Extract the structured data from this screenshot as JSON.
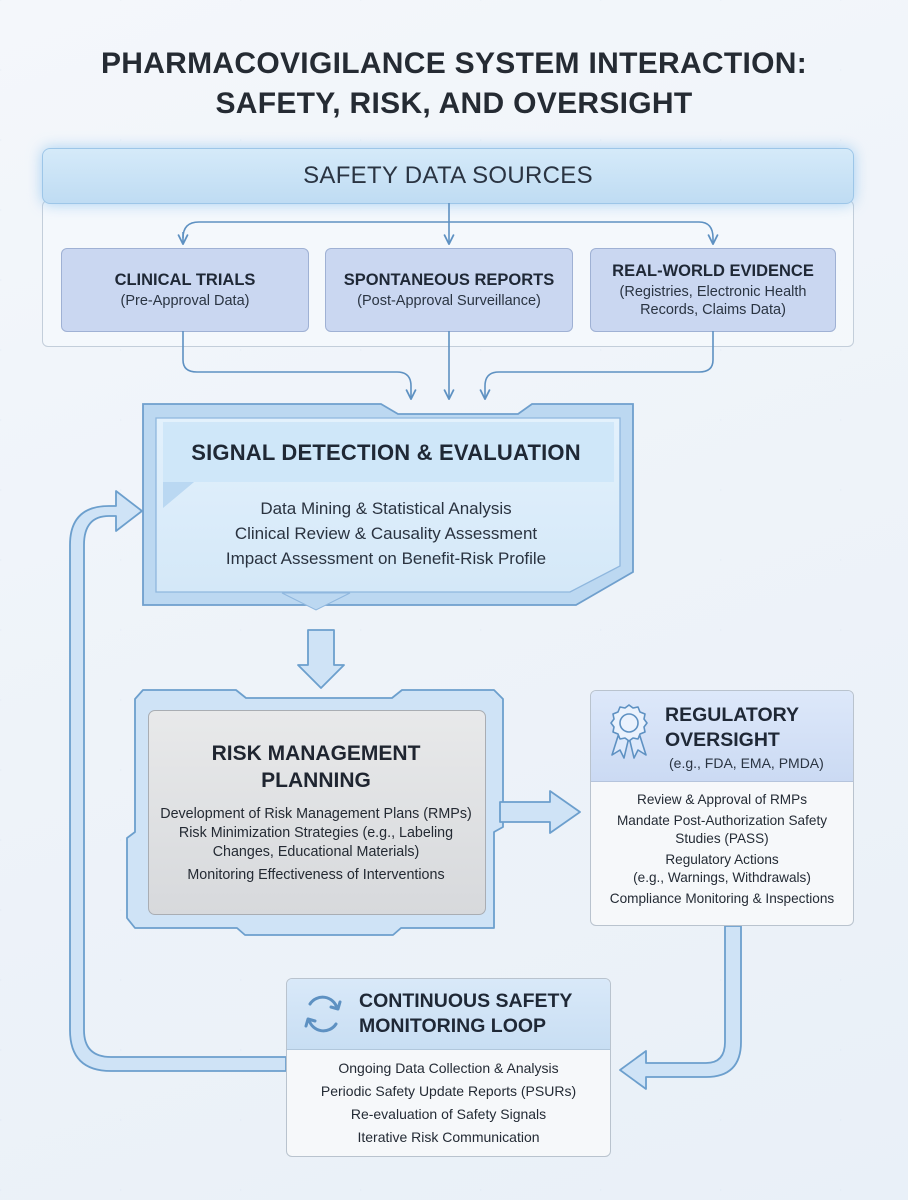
{
  "title": {
    "line1": "PHARMACOVIGILANCE SYSTEM INTERACTION:",
    "line2": "SAFETY, RISK, AND OVERSIGHT"
  },
  "safety_data_sources": {
    "header": "SAFETY DATA SOURCES",
    "sources": [
      {
        "title": "CLINICAL TRIALS",
        "subtitle": "(Pre-Approval Data)"
      },
      {
        "title": "SPONTANEOUS REPORTS",
        "subtitle": "(Post-Approval Surveillance)"
      },
      {
        "title": "REAL-WORLD EVIDENCE",
        "subtitle_lines": [
          "(Registries, Electronic Health",
          "Records, Claims Data)"
        ]
      }
    ]
  },
  "signal_detection": {
    "title": "SIGNAL DETECTION & EVALUATION",
    "items": [
      "Data Mining & Statistical Analysis",
      "Clinical Review & Causality Assessment",
      "Impact Assessment on Benefit-Risk Profile"
    ]
  },
  "risk_management": {
    "title_lines": [
      "RISK MANAGEMENT",
      "PLANNING"
    ],
    "items": [
      "Development of Risk Management Plans (RMPs)",
      "Risk Minimization Strategies (e.g., Labeling",
      "Changes, Educational Materials)",
      "Monitoring Effectiveness of Interventions"
    ]
  },
  "regulatory_oversight": {
    "title_lines": [
      "REGULATORY",
      "OVERSIGHT"
    ],
    "subtitle": "(e.g., FDA, EMA, PMDA)",
    "icon": "award-ribbon-icon",
    "items": [
      "Review & Approval of RMPs",
      "Mandate Post-Authorization Safety",
      "Studies (PASS)",
      "Regulatory Actions",
      "(e.g., Warnings, Withdrawals)",
      "Compliance Monitoring & Inspections"
    ]
  },
  "continuous_monitoring": {
    "title_lines": [
      "CONTINUOUS SAFETY",
      "MONITORING LOOP"
    ],
    "icon": "refresh-cycle-icon",
    "items": [
      "Ongoing Data Collection & Analysis",
      "Periodic Safety Update Reports (PSURs)",
      "Re-evaluation of Safety Signals",
      "Iterative Risk Communication"
    ]
  },
  "colors": {
    "arrow_fill": "#cfe3f6",
    "arrow_stroke": "#6c9fcd",
    "connector": "#5e91c2",
    "source_box": "#cad7f1",
    "signal_box": "#deeefb",
    "risk_box": "#d9dbde"
  }
}
